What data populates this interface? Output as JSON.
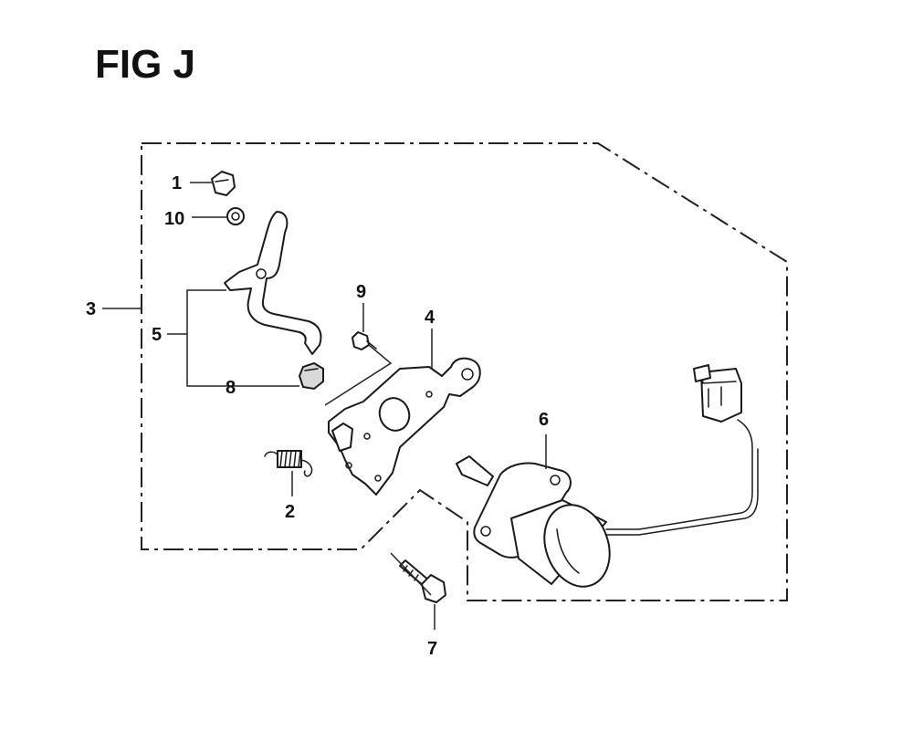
{
  "figure": {
    "title": "FIG J"
  },
  "callouts": {
    "c1": "1",
    "c2": "2",
    "c3": "3",
    "c4": "4",
    "c5": "5",
    "c6": "6",
    "c7": "7",
    "c8": "8",
    "c9": "9",
    "c10": "10"
  }
}
